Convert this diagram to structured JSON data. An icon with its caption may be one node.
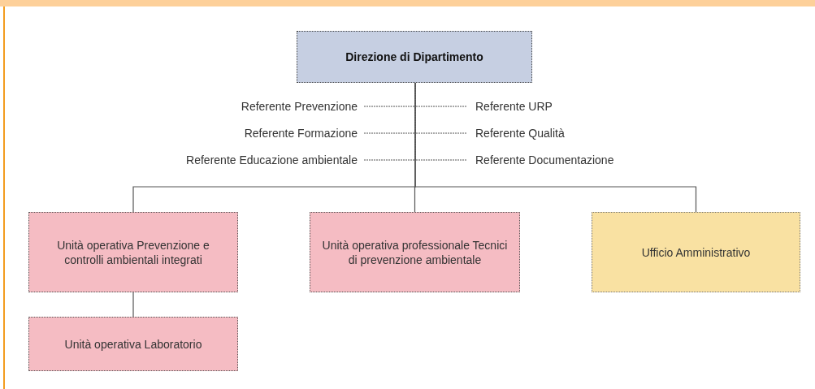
{
  "diagram": {
    "nodes": [
      {
        "text": [
          "Direzione di Dipartimento"
        ]
      },
      {
        "text": [
          "Referente Prevenzione"
        ]
      },
      {
        "text": [
          "Referente URP"
        ]
      },
      {
        "text": [
          "Referente Formazione"
        ]
      },
      {
        "text": [
          "Referente Qualità"
        ]
      },
      {
        "text": [
          "Referente Educazione ambientale"
        ]
      },
      {
        "text": [
          "Referente Documentazione"
        ]
      },
      {
        "text": [
          "Unità operativa Prevenzione e controlli ambientali integrati"
        ]
      },
      {
        "text": [
          "Unità operativa professionale Tecnici di prevenzione ambientale"
        ]
      },
      {
        "text": [
          "Ufficio Amministrativo"
        ]
      },
      {
        "text": [
          "Unità operativa Laboratorio"
        ]
      }
    ],
    "edges": [
      {
        "from": 0,
        "to": 1,
        "arrow": "none",
        "style": "dashed"
      },
      {
        "from": 0,
        "to": 2,
        "arrow": "none",
        "style": "dashed"
      },
      {
        "from": 0,
        "to": 3,
        "arrow": "none",
        "style": "dashed"
      },
      {
        "from": 0,
        "to": 4,
        "arrow": "none",
        "style": "dashed"
      },
      {
        "from": 0,
        "to": 5,
        "arrow": "none",
        "style": "dashed"
      },
      {
        "from": 0,
        "to": 6,
        "arrow": "none",
        "style": "dashed"
      },
      {
        "from": 0,
        "to": 7,
        "arrow": "none"
      },
      {
        "from": 0,
        "to": 8,
        "arrow": "none"
      },
      {
        "from": 0,
        "to": 9,
        "arrow": "none"
      },
      {
        "from": 7,
        "to": 10,
        "arrow": "none"
      }
    ]
  }
}
